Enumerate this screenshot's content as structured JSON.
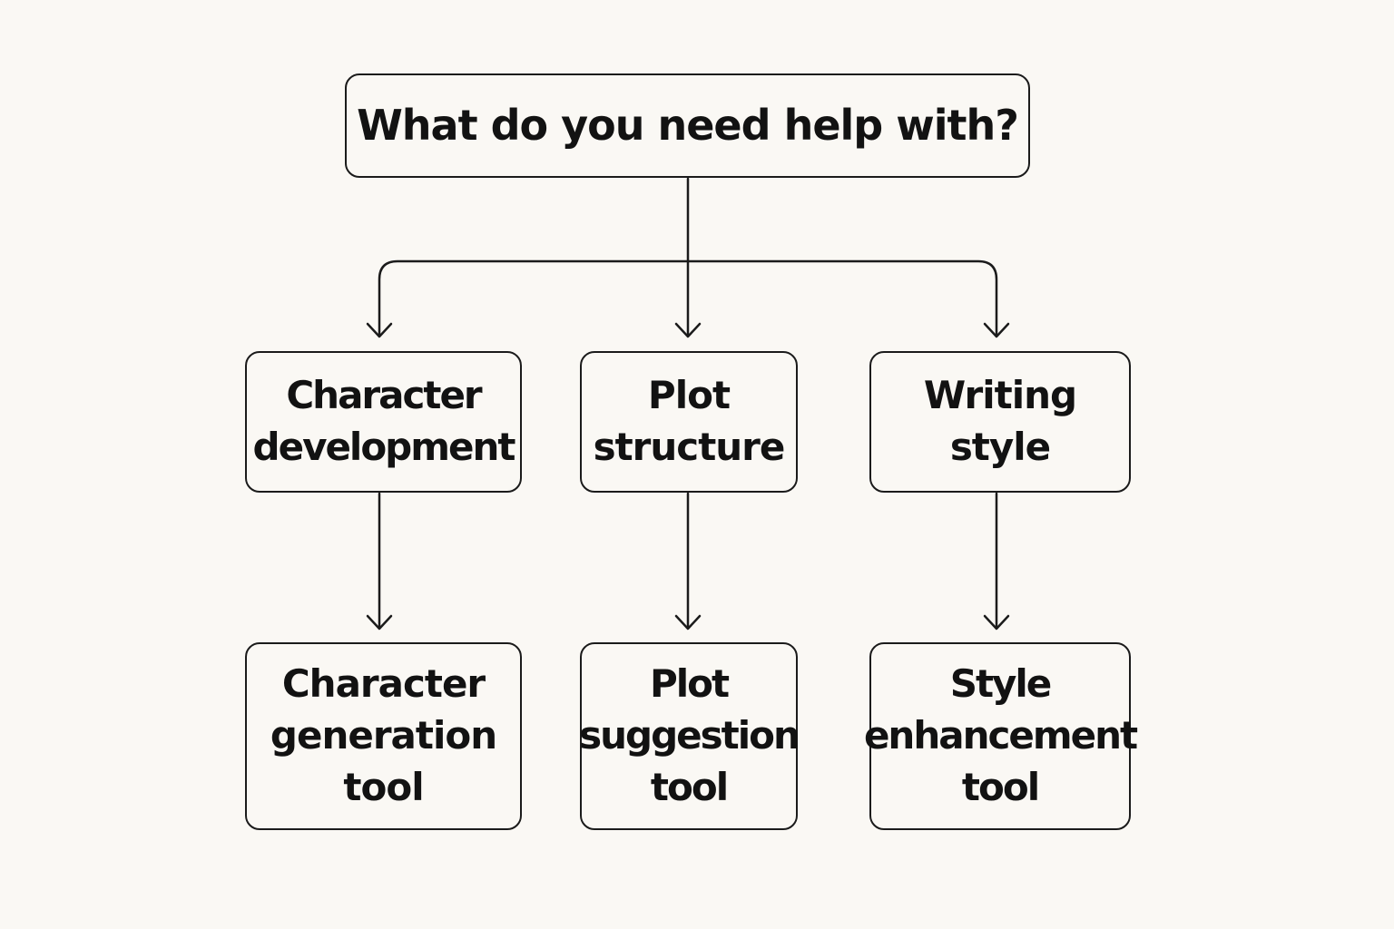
{
  "diagram": {
    "root": {
      "text": "What do you need help with?"
    },
    "branches": [
      {
        "category": [
          "Character",
          "development"
        ],
        "tool": [
          "Character",
          "generation",
          "tool"
        ]
      },
      {
        "category": [
          "Plot",
          "structure"
        ],
        "tool": [
          "Plot",
          "suggestion",
          "tool"
        ]
      },
      {
        "category": [
          "Writing",
          "style"
        ],
        "tool": [
          "Style",
          "enhancement",
          "tool"
        ]
      }
    ]
  }
}
